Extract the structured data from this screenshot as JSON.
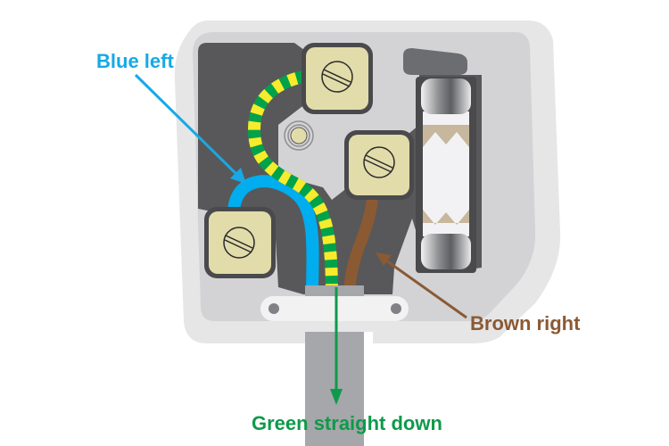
{
  "title": "UK plug wiring diagram",
  "labels": {
    "neutral": {
      "text": "Blue left",
      "color": "#16a9e6"
    },
    "live": {
      "text": "Brown right",
      "color": "#8a5a34"
    },
    "earth": {
      "text": "Green straight down",
      "color": "#0e9a4a"
    }
  },
  "colors": {
    "plug_body": "#e5e5e6",
    "plug_inner": "#d4d4d6",
    "cavity": "#58585a",
    "terminal": "#e2dcaa",
    "wire_blue": "#00adee",
    "wire_brown": "#8b5a33",
    "wire_green": "#00a24b",
    "wire_yellow": "#f6eb2c",
    "fuse_band": "#c6b79d",
    "cable": "#a6a7aa"
  },
  "components": [
    {
      "id": "earth-terminal",
      "name": "Earth terminal"
    },
    {
      "id": "live-terminal",
      "name": "Live terminal"
    },
    {
      "id": "neutral-terminal",
      "name": "Neutral terminal"
    },
    {
      "id": "fuse",
      "name": "Fuse"
    },
    {
      "id": "cord-grip",
      "name": "Cord grip"
    },
    {
      "id": "cable",
      "name": "Cable"
    }
  ]
}
